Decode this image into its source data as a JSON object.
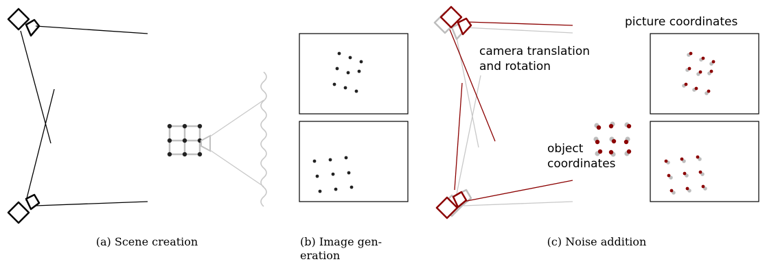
{
  "captions": {
    "a": "(a) Scene creation",
    "b_line1": "(b) Image gen-",
    "b_line2": "eration",
    "c": "(c) Noise addition"
  },
  "labels": {
    "picture_coordinates": "picture coordinates",
    "camera_line1": "camera translation",
    "camera_line2": "and rotation",
    "object_line1": "object",
    "object_line2": "coordinates"
  },
  "colors": {
    "line": "#000000",
    "gray": "#c0c0c0",
    "noise": "#8b0000",
    "dot_gray": "#bdbdbd",
    "dot_dark": "#222222"
  }
}
